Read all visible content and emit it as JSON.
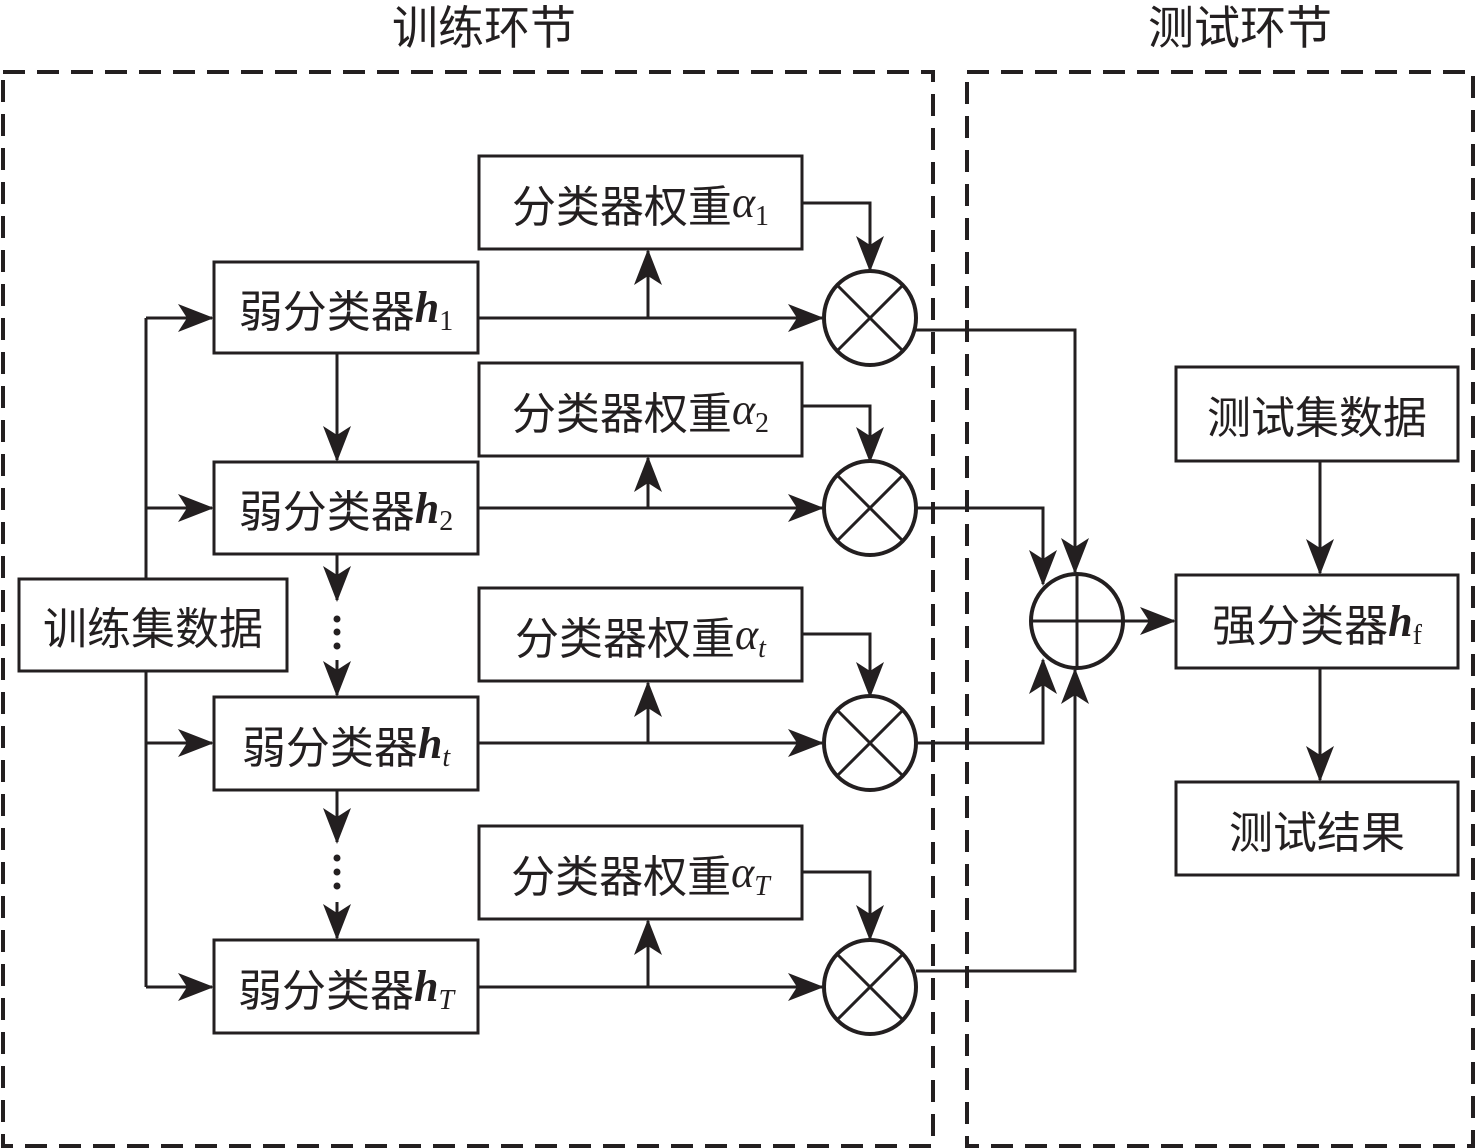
{
  "sections": {
    "training": {
      "title": "训练环节"
    },
    "testing": {
      "title": "测试环节"
    }
  },
  "training_data": {
    "label": "训练集数据"
  },
  "weak_classifiers": [
    {
      "prefix": "弱分类器",
      "symbol": "h",
      "subscript": "1"
    },
    {
      "prefix": "弱分类器",
      "symbol": "h",
      "subscript": "2"
    },
    {
      "prefix": "弱分类器",
      "symbol": "h",
      "subscript": "t"
    },
    {
      "prefix": "弱分类器",
      "symbol": "h",
      "subscript": "T"
    }
  ],
  "weights": [
    {
      "prefix": "分类器权重",
      "symbol": "α",
      "subscript": "1"
    },
    {
      "prefix": "分类器权重",
      "symbol": "α",
      "subscript": "2"
    },
    {
      "prefix": "分类器权重",
      "symbol": "α",
      "subscript": "t"
    },
    {
      "prefix": "分类器权重",
      "symbol": "α",
      "subscript": "T"
    }
  ],
  "multiplier_nodes": [
    "multiply",
    "multiply",
    "multiply",
    "multiply"
  ],
  "sum_node": "sum",
  "test_data": {
    "label": "测试集数据"
  },
  "strong_classifier": {
    "prefix": "强分类器",
    "symbol": "h",
    "subscript": "f"
  },
  "test_result": {
    "label": "测试结果"
  },
  "ellipsis": "⋮"
}
